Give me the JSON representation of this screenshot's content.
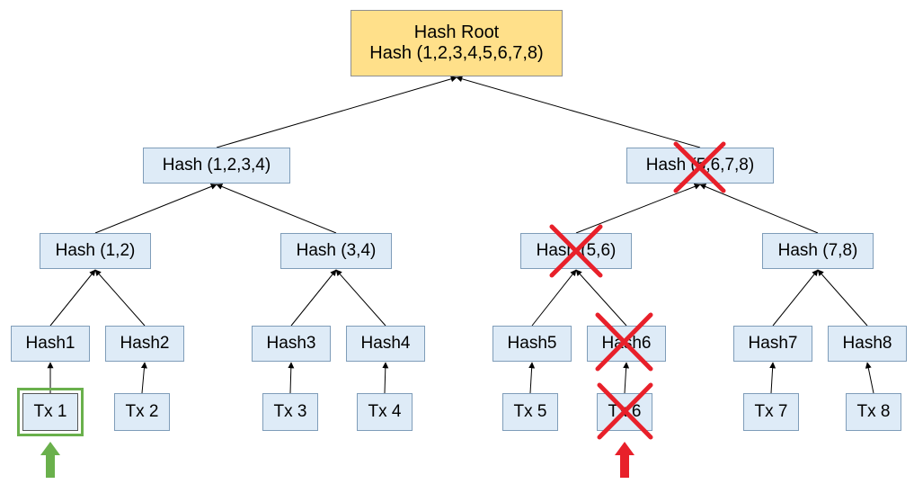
{
  "diagram": {
    "root": {
      "line1": "Hash Root",
      "line2": "Hash (1,2,3,4,5,6,7,8)"
    },
    "level1": [
      "Hash (1,2,3,4)",
      "Hash (5,6,7,8)"
    ],
    "level2": [
      "Hash (1,2)",
      "Hash (3,4)",
      "Hash (5,6)",
      "Hash (7,8)"
    ],
    "leaf_hashes": [
      "Hash1",
      "Hash2",
      "Hash3",
      "Hash4",
      "Hash5",
      "Hash6",
      "Hash7",
      "Hash8"
    ],
    "transactions": [
      "Tx 1",
      "Tx 2",
      "Tx 3",
      "Tx 4",
      "Tx 5",
      "Tx 6",
      "Tx 7",
      "Tx 8"
    ],
    "highlighted": "Tx 1",
    "invalidated": [
      "Hash (5,6,7,8)",
      "Hash (5,6)",
      "Hash6",
      "Tx 6"
    ],
    "colors": {
      "node_fill": "#deebf7",
      "root_fill": "#ffe08a",
      "highlight": "#6ab04c",
      "invalid_mark": "#e8202a"
    }
  }
}
